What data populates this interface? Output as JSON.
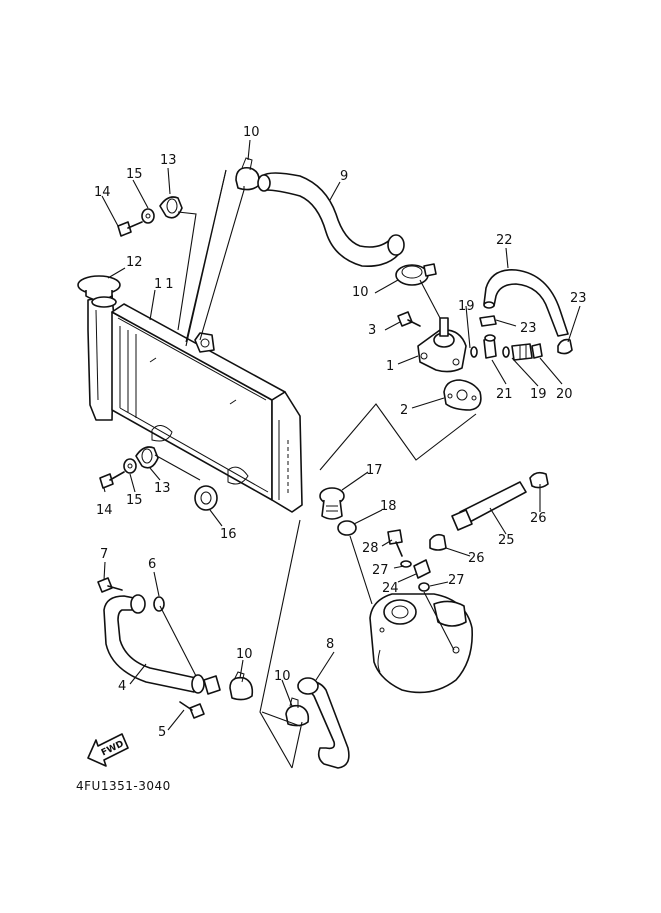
{
  "drawing_code": "4FU1351-3040",
  "fwd_label": "FWD",
  "callouts": {
    "c1": "1",
    "c2": "2",
    "c3": "3",
    "c4": "4",
    "c5": "5",
    "c6": "6",
    "c7": "7",
    "c8": "8",
    "c9": "9",
    "c10a": "10",
    "c10b": "10",
    "c10c": "10",
    "c10d": "10",
    "c11": "11",
    "c12": "12",
    "c13a": "13",
    "c13b": "13",
    "c14a": "14",
    "c14b": "14",
    "c15a": "15",
    "c15b": "15",
    "c16": "16",
    "c17": "17",
    "c18": "18",
    "c19a": "19",
    "c19b": "19",
    "c20": "20",
    "c21": "21",
    "c22": "22",
    "c23a": "23",
    "c23b": "23",
    "c24": "24",
    "c25": "25",
    "c26a": "26",
    "c26b": "26",
    "c27a": "27",
    "c27b": "27",
    "c28": "28"
  }
}
